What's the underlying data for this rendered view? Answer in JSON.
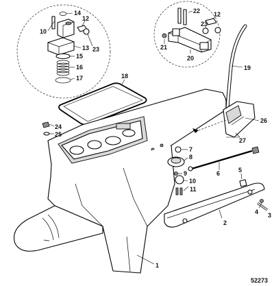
{
  "diagram": {
    "drawing_number": "52273",
    "callouts": [
      {
        "id": "c1",
        "text": "1"
      },
      {
        "id": "c2",
        "text": "2"
      },
      {
        "id": "c3",
        "text": "3"
      },
      {
        "id": "c4",
        "text": "4"
      },
      {
        "id": "c5",
        "text": "5"
      },
      {
        "id": "c6",
        "text": "6"
      },
      {
        "id": "c7",
        "text": "7"
      },
      {
        "id": "c8",
        "text": "8"
      },
      {
        "id": "c9",
        "text": "9"
      },
      {
        "id": "c10a",
        "text": "10"
      },
      {
        "id": "c10b",
        "text": "10"
      },
      {
        "id": "c11",
        "text": "11"
      },
      {
        "id": "c12a",
        "text": "12"
      },
      {
        "id": "c12b",
        "text": "12"
      },
      {
        "id": "c13",
        "text": "13"
      },
      {
        "id": "c14",
        "text": "14"
      },
      {
        "id": "c15",
        "text": "15"
      },
      {
        "id": "c16",
        "text": "16"
      },
      {
        "id": "c17",
        "text": "17"
      },
      {
        "id": "c18",
        "text": "18"
      },
      {
        "id": "c19",
        "text": "19"
      },
      {
        "id": "c20",
        "text": "20"
      },
      {
        "id": "c21",
        "text": "21"
      },
      {
        "id": "c22",
        "text": "22"
      },
      {
        "id": "c23a",
        "text": "23"
      },
      {
        "id": "c23b",
        "text": "23"
      },
      {
        "id": "c24",
        "text": "24"
      },
      {
        "id": "c25",
        "text": "25"
      },
      {
        "id": "c26",
        "text": "26"
      },
      {
        "id": "c27",
        "text": "27"
      }
    ]
  }
}
